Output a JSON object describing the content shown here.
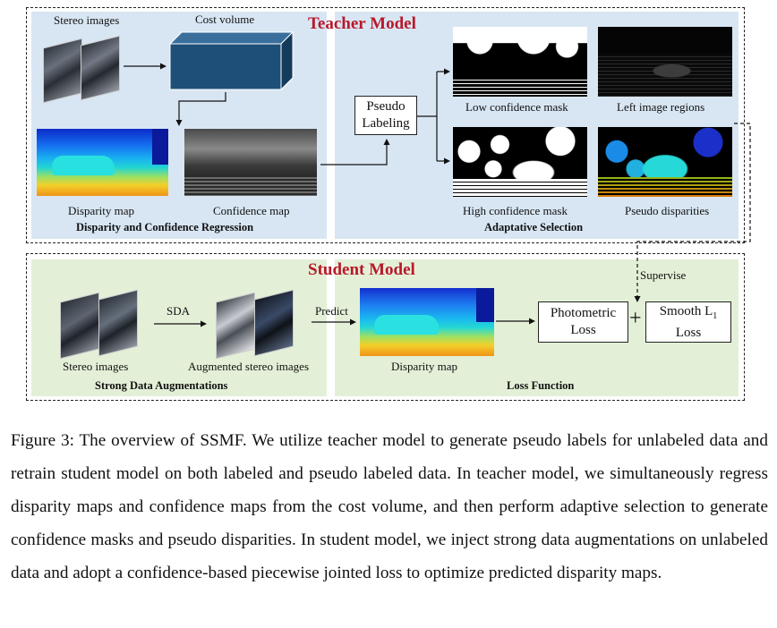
{
  "teacher": {
    "title": "Teacher Model",
    "stereo_images": "Stereo images",
    "cost_volume": "Cost volume",
    "disparity_map": "Disparity map",
    "confidence_map": "Confidence map",
    "regression_title": "Disparity and Confidence Regression",
    "pseudo_labeling": [
      "Pseudo",
      "Labeling"
    ],
    "low_conf": "Low confidence mask",
    "left_regions": "Left image regions",
    "high_conf": "High confidence mask",
    "pseudo_disp": "Pseudo disparities",
    "adaptive_title": "Adaptative Selection"
  },
  "student": {
    "title": "Student Model",
    "supervise": "Supervise",
    "stereo_images": "Stereo images",
    "sda": "SDA",
    "augmented": "Augmented stereo images",
    "predict": "Predict",
    "disparity_map": "Disparity map",
    "photometric": [
      "Photometric",
      "Loss"
    ],
    "plus": "+",
    "smooth": [
      "Smooth L",
      "1",
      "Loss"
    ],
    "aug_title": "Strong Data Augmentations",
    "loss_title": "Loss Function"
  },
  "caption": "Figure 3: The overview of SSMF. We utilize teacher model to generate pseudo labels for unlabeled data and retrain student model on both labeled and pseudo labeled data. In teacher model, we simultaneously regress disparity maps and confidence maps from the cost volume, and then perform adaptive selection to generate confidence masks and pseudo disparities. In student model, we inject strong data augmentations on unlabeled data and adopt a confidence-based piecewise jointed loss to optimize predicted disparity maps.",
  "colors": {
    "title_red": "#b8182a",
    "teacher_bg": "#d8e6f3",
    "student_bg": "#e3f0d7",
    "cube": "#1e4f78"
  }
}
